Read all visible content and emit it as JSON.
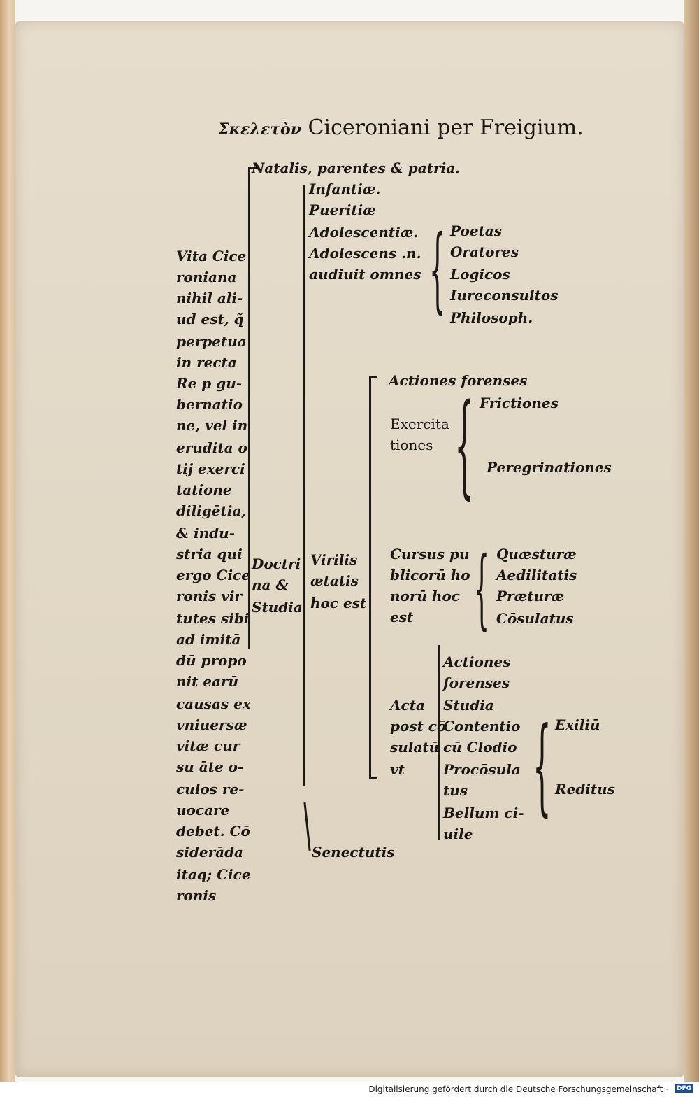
{
  "header": {
    "greek": "Σκελετὸν",
    "title": "Ciceroniani per Freigium."
  },
  "column_left": [
    "Vita Cice",
    "roniana",
    "nihil ali-",
    "ud est, q̃",
    "perpetua",
    "in recta",
    "Re p gu-",
    "bernatio",
    "ne, vel in",
    "erudita o",
    "tij exerci",
    "tatione",
    "diligētia,",
    "& indu-",
    "stria qui",
    "ergo Cice",
    "ronis vir",
    "tutes sibi",
    "ad imitā",
    "dū propo",
    "nit earū",
    "causas ex",
    "vniuersæ",
    "vitæ cur",
    "su āte o-",
    "culos re-",
    "uocare",
    "debet. Cō",
    "siderāda",
    "itaq; Cice",
    "ronis"
  ],
  "natalis": "Natalis, parentes & patria.",
  "ages": [
    "Infantiæ.",
    "Pueritiæ",
    "Adolescentiæ.",
    "Adolescens .n.",
    "audiuit omnes"
  ],
  "teachers": [
    "Poetas",
    "Oratores",
    "Logicos",
    "Iureconsultos",
    "Philosoph."
  ],
  "doctrina": [
    "Doctri",
    "na &",
    "Studia"
  ],
  "virilis": [
    "Virilis",
    "ætatis",
    "hoc est"
  ],
  "actiones_forenses": "Actiones forenses",
  "exercitationes": [
    "Exercita",
    "tiones"
  ],
  "exercit_items": [
    "Frictiones",
    "Peregrinationes"
  ],
  "cursus": [
    "Cursus pu",
    "blicorū ho",
    "norū hoc",
    "est"
  ],
  "honores": [
    "Quæsturæ",
    "Aedilitatis",
    "Præturæ",
    "Cōsulatus"
  ],
  "acta": [
    "Acta",
    "post cō",
    "sulatū",
    "vt"
  ],
  "acta_items": [
    "Actiones",
    "forenses",
    "Studia",
    "Contentio",
    "cū Clodio",
    "Procōsula",
    "tus",
    "Bellum ci-",
    "uile"
  ],
  "exilium": [
    "Exiliū",
    "Reditus"
  ],
  "senectutis": "Senectutis",
  "footer": {
    "text": "Digitalisierung gefördert durch die Deutsche Forschungsgemeinschaft ·",
    "logo": "DFG"
  }
}
